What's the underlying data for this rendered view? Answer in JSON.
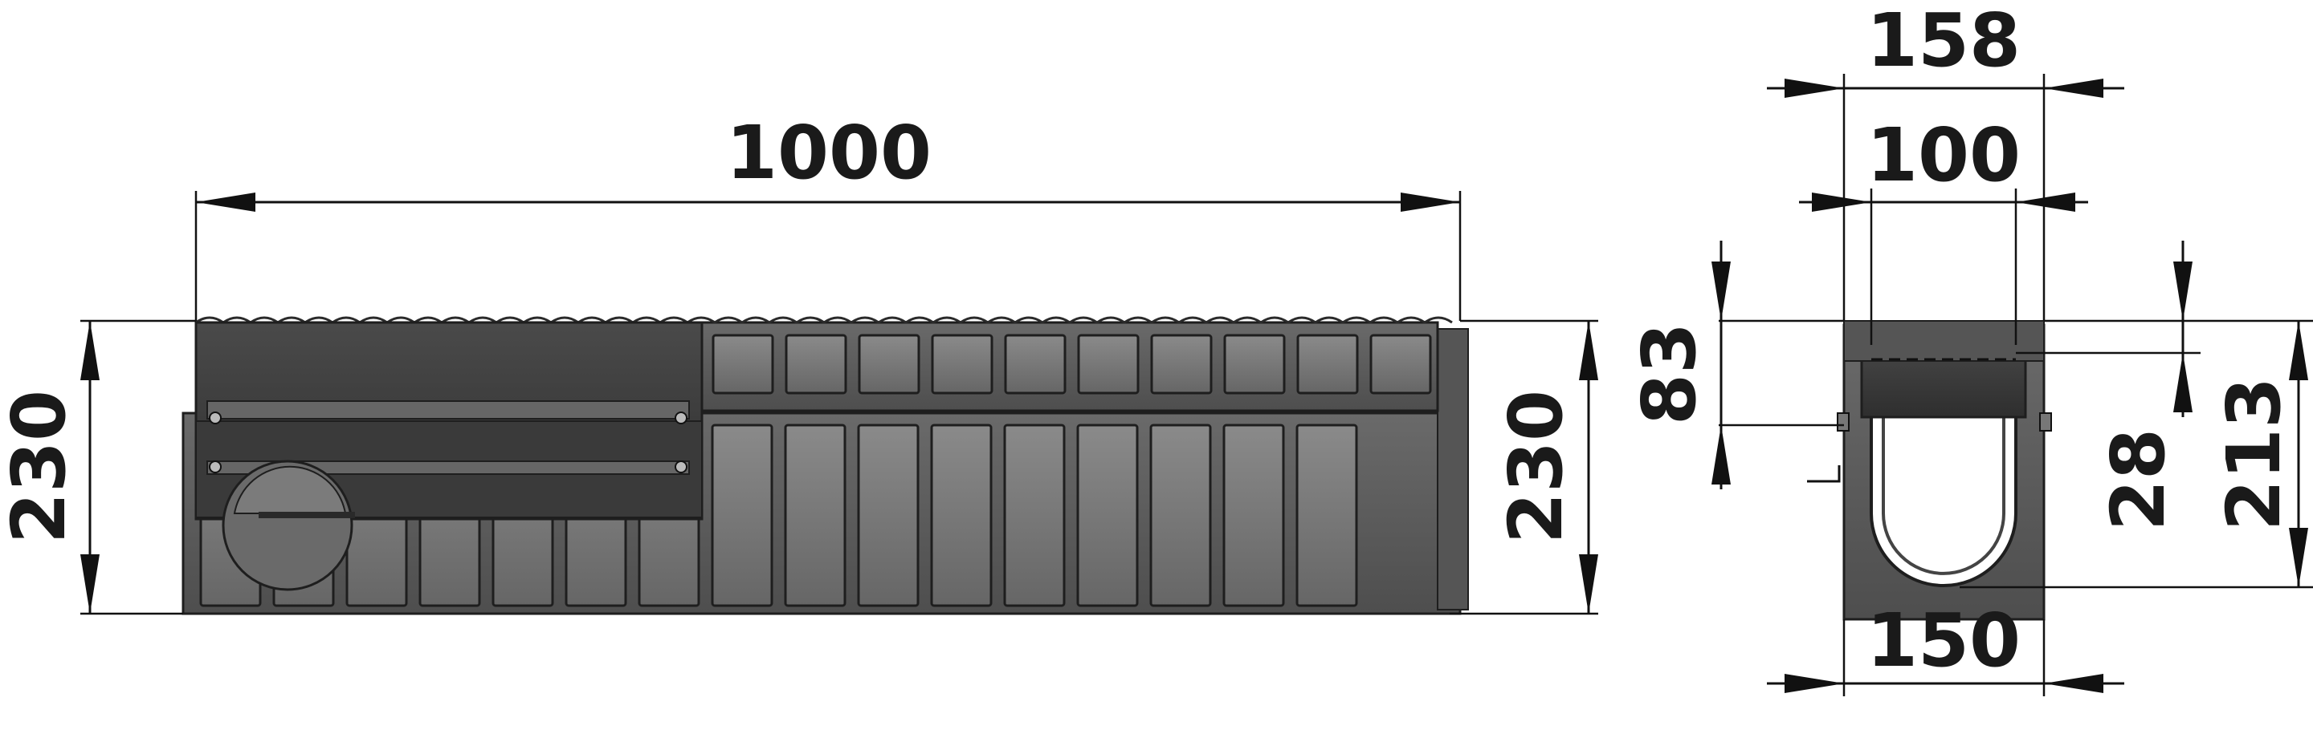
{
  "drawing": {
    "side_view": {
      "length_label": "1000",
      "left_height_label": "230",
      "right_height_label": "230"
    },
    "cross_section": {
      "outer_width_label": "158",
      "inner_width_label": "100",
      "base_width_label": "150",
      "grate_depth_label": "83",
      "offset_label": "28",
      "total_height_label": "213"
    }
  },
  "colors": {
    "grate": "#3c3c3c",
    "grate_edge": "#2a2a2a",
    "channel_body": "#5e5e5e",
    "slot_fill": "#7a7a7a",
    "slot_stroke": "#1e1e1e",
    "dimension_line": "#111111",
    "label_text": "#1a1a1a"
  }
}
